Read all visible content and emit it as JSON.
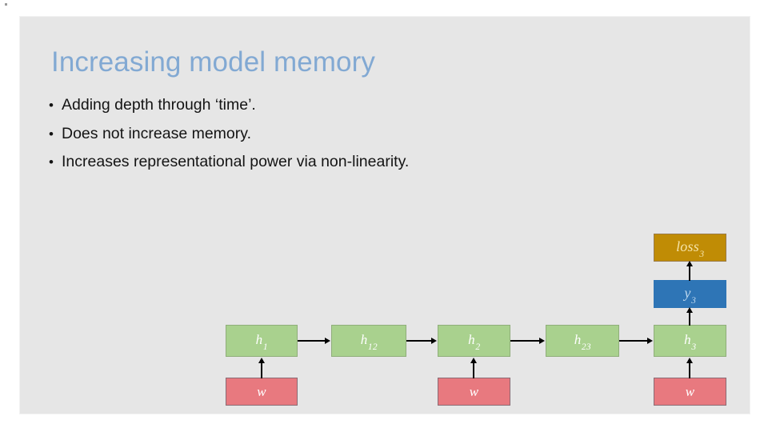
{
  "slide": {
    "title": "Increasing model memory",
    "title_color": "#82a9d3",
    "background_color": "#e6e6e6",
    "bullets": [
      {
        "marker": "•",
        "text": "Adding depth through ‘time’."
      },
      {
        "marker": "•",
        "text": "Does not increase memory."
      },
      {
        "marker": "•",
        "text": "Increases representational power via non-linearity."
      }
    ]
  },
  "diagram": {
    "type": "unrolled-rnn-computation-graph",
    "colors": {
      "hidden_state": "#a9d18e",
      "weight": "#e8797f",
      "output": "#2e75b6",
      "loss": "#c08c05"
    },
    "nodes": [
      {
        "id": "h1",
        "base": "h",
        "sub": "1",
        "kind": "hidden-state",
        "color": "green"
      },
      {
        "id": "h12",
        "base": "h",
        "sub": "12",
        "kind": "hidden-state",
        "color": "green"
      },
      {
        "id": "h2",
        "base": "h",
        "sub": "2",
        "kind": "hidden-state",
        "color": "green"
      },
      {
        "id": "h23",
        "base": "h",
        "sub": "23",
        "kind": "hidden-state",
        "color": "green"
      },
      {
        "id": "h3",
        "base": "h",
        "sub": "3",
        "kind": "hidden-state",
        "color": "green"
      },
      {
        "id": "w1",
        "base": "w",
        "sub": "",
        "kind": "weight",
        "color": "red"
      },
      {
        "id": "w2",
        "base": "w",
        "sub": "",
        "kind": "weight",
        "color": "red"
      },
      {
        "id": "w3",
        "base": "w",
        "sub": "",
        "kind": "weight",
        "color": "red"
      },
      {
        "id": "y3",
        "base": "y",
        "sub": "3",
        "kind": "output",
        "color": "blue"
      },
      {
        "id": "loss3",
        "base": "loss",
        "sub": "3",
        "kind": "loss",
        "color": "gold"
      }
    ],
    "edges": [
      {
        "from": "h1",
        "to": "h12",
        "direction": "right"
      },
      {
        "from": "h12",
        "to": "h2",
        "direction": "right"
      },
      {
        "from": "h2",
        "to": "h23",
        "direction": "right"
      },
      {
        "from": "h23",
        "to": "h3",
        "direction": "right"
      },
      {
        "from": "w1",
        "to": "h1",
        "direction": "up"
      },
      {
        "from": "w2",
        "to": "h2",
        "direction": "up"
      },
      {
        "from": "w3",
        "to": "h3",
        "direction": "up"
      },
      {
        "from": "h3",
        "to": "y3",
        "direction": "up"
      },
      {
        "from": "y3",
        "to": "loss3",
        "direction": "up"
      }
    ]
  }
}
